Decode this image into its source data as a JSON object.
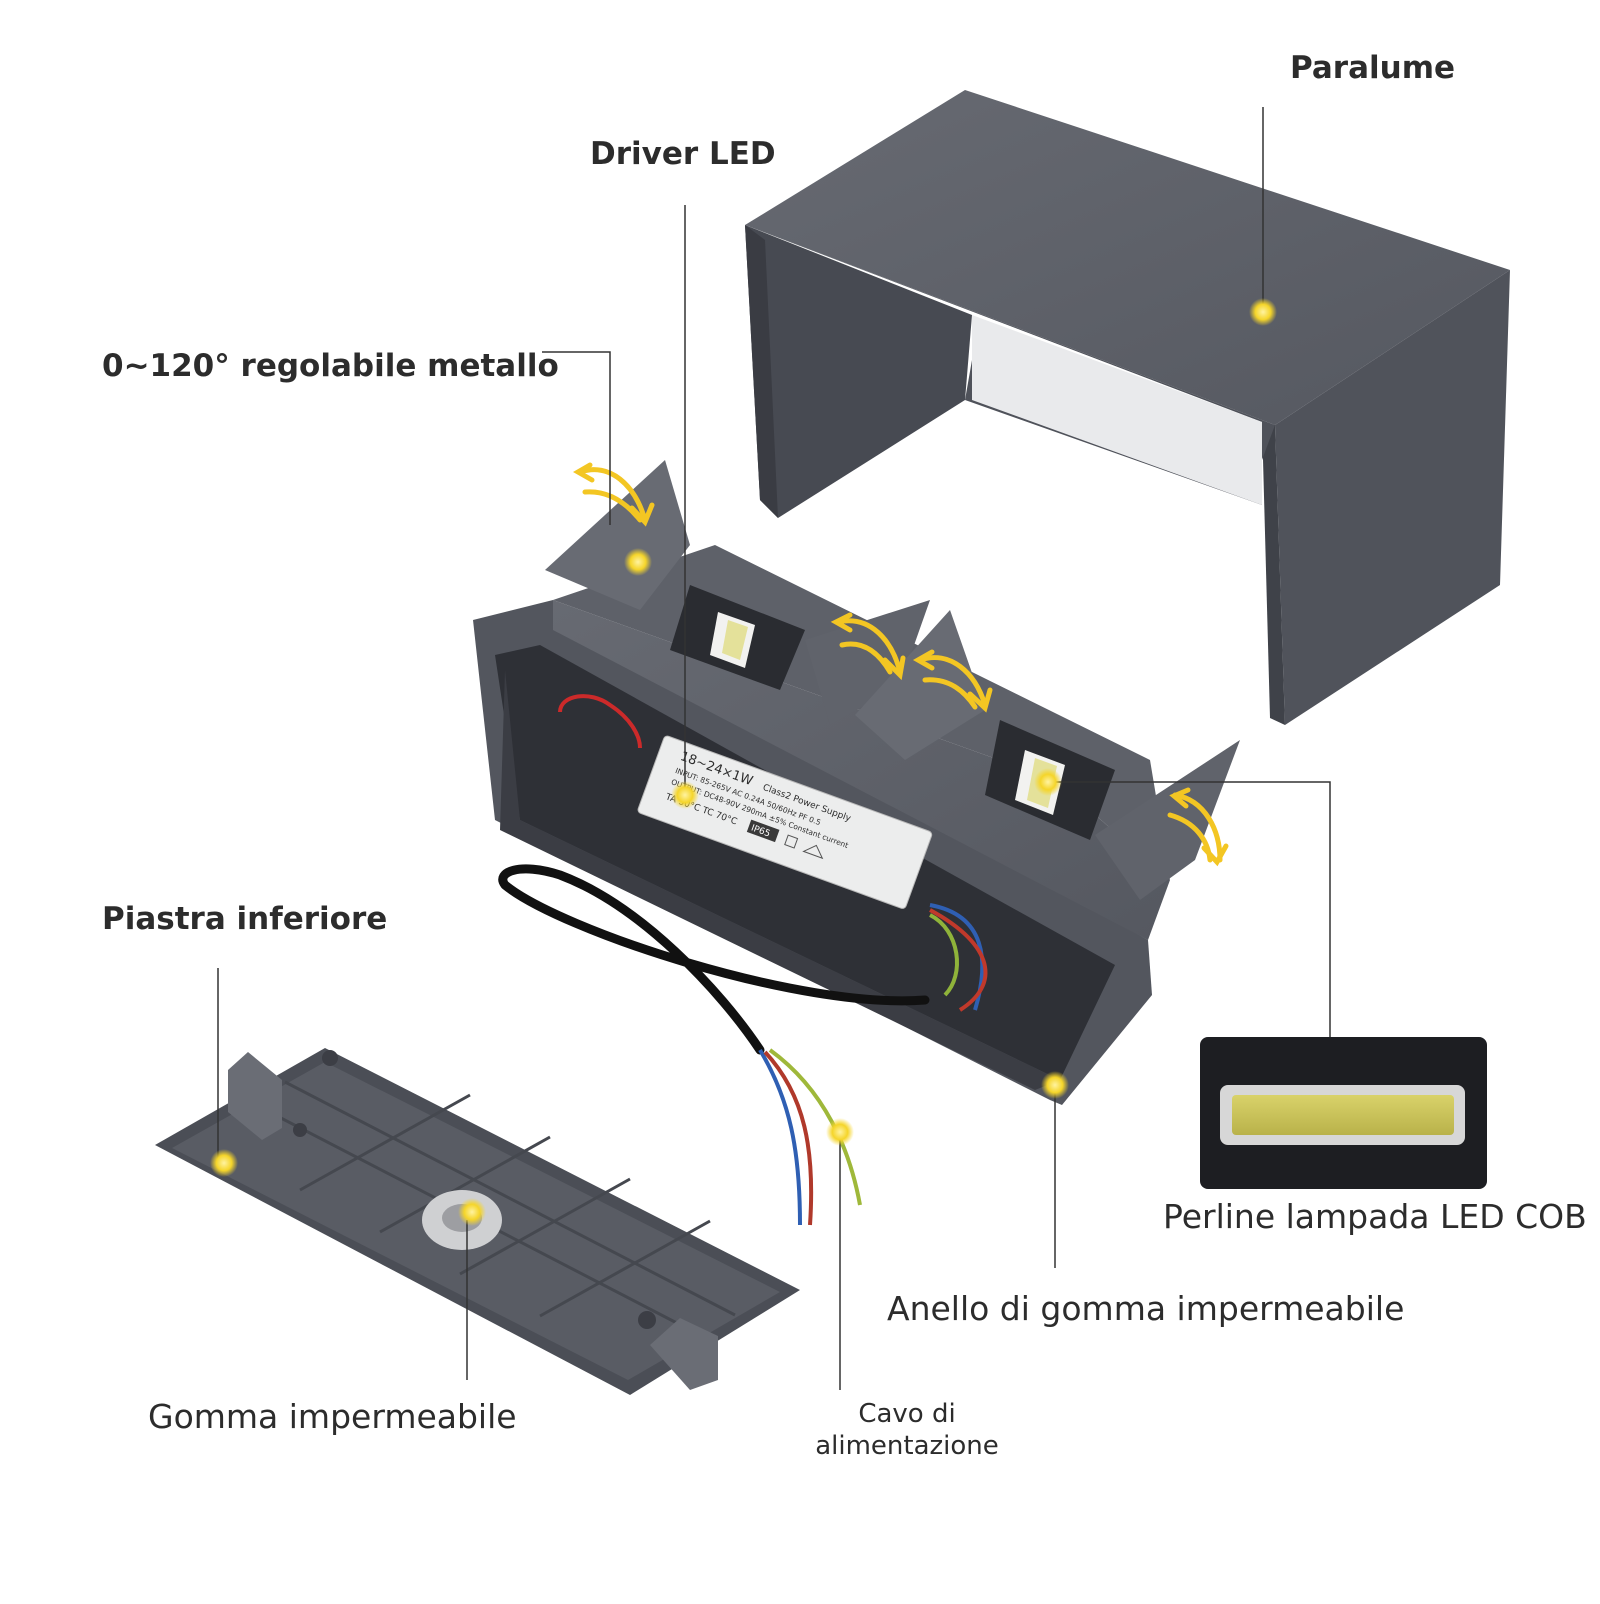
{
  "labels": {
    "paralume": "Paralume",
    "driver_led": "Driver LED",
    "adjustable_metal": "0~120° regolabile metallo",
    "bottom_plate": "Piastra inferiore",
    "cob_led": "Perline lampada LED COB",
    "rubber_ring": "Anello di gomma impermeabile",
    "waterproof_rubber": "Gomma impermeabile",
    "power_cable_line1": "Cavo di",
    "power_cable_line2": "alimentazione"
  },
  "driver_plate": {
    "model": "18~24×1W",
    "spec": "Class2 Power Supply",
    "input": "INPUT: 85-265V AC 0.24A 50/60Hz PF 0.5",
    "output": "OUTPUT: DC48-90V 290mA ±5% Constant current",
    "temp": "TA 50°C TC 70°C",
    "ip": "IP65"
  },
  "colors": {
    "housing": "#5b5e66",
    "housing_dark": "#3e4047",
    "hotspot": "#f5d52a",
    "arrow": "#f3c623",
    "leader": "#333333"
  },
  "icons": [
    "adjust-arrow-icon",
    "hotspot-marker-icon"
  ]
}
